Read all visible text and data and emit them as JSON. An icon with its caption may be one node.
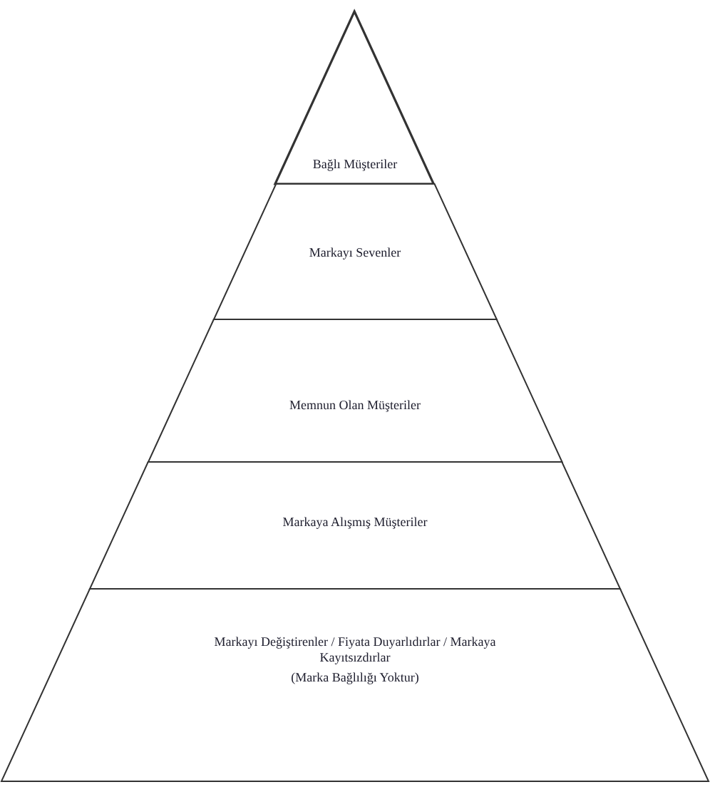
{
  "diagram": {
    "nodes": [
      {
        "text": [
          "Bağlı Müşteriler"
        ]
      },
      {
        "text": [
          "Markayı Sevenler"
        ]
      },
      {
        "text": [
          "Memnun Olan Müşteriler"
        ]
      },
      {
        "text": [
          "Markaya Alışmış Müşteriler"
        ]
      },
      {
        "text": [
          "Markayı Değiştirenler / Fiyata Duyarlıdırlar / Markaya Kayıtsızdırlar",
          "(Marka Bağlılığı Yoktur)"
        ]
      }
    ]
  }
}
